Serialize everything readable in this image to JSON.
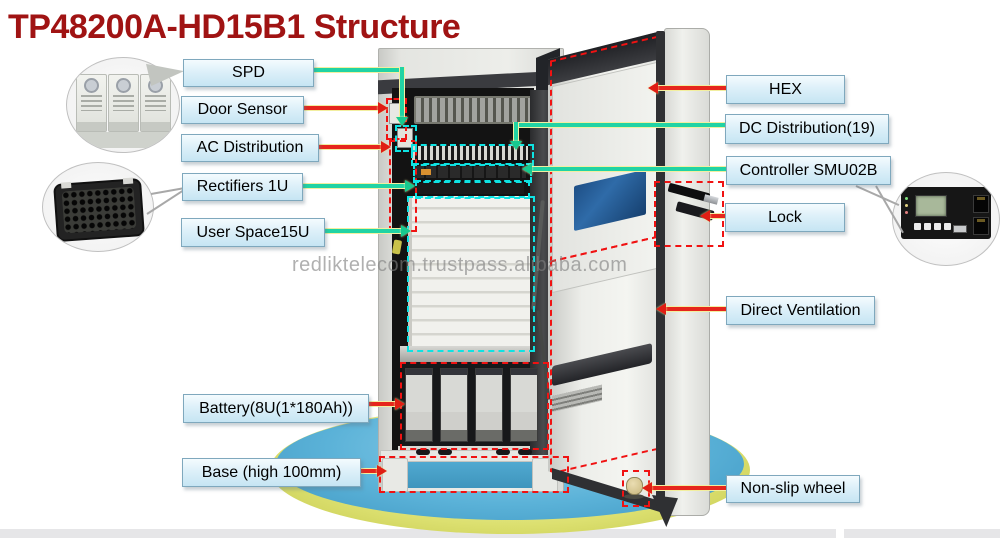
{
  "title": "TP48200A-HD15B1 Structure",
  "watermark": "redliktelecom.trustpass.alibaba.com",
  "labels": {
    "spd": "SPD",
    "door_sensor": "Door Sensor",
    "ac_distribution": "AC Distribution",
    "rectifiers": "Rectifiers 1U",
    "user_space": "User Space15U",
    "battery": "Battery(8U(1*180Ah))",
    "base": "Base (high 100mm)",
    "hex": "HEX",
    "dc_distribution": "DC Distribution(19)",
    "controller": "Controller SMU02B",
    "lock": "Lock",
    "direct_ventilation": "Direct Ventilation",
    "non_slip_wheel": "Non-slip wheel"
  },
  "colors": {
    "title": "#A01313",
    "label_fill_top": "#F4FBFE",
    "label_fill_bottom": "#C6E5F3",
    "label_border": "#7FA8BD",
    "arrow_red": "#E6261C",
    "arrow_green": "#21D3A4",
    "arrow_glow": "#F2EFA0",
    "dash_red": "#F01212",
    "dash_cyan": "#0EE3E3",
    "floor_blue": "#5BB2D8",
    "floor_rim": "#DCE070",
    "watermark_gray": "#808080"
  }
}
